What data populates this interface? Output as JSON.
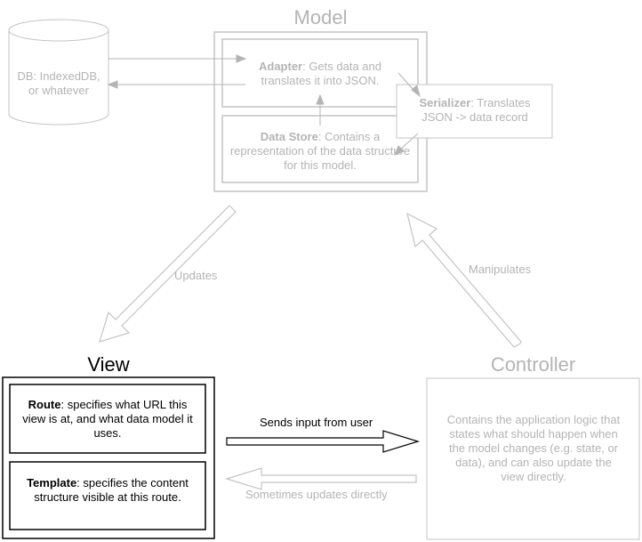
{
  "model": {
    "title": "Model",
    "adapter": {
      "name": "Adapter",
      "desc": ": Gets data and translates it into JSON."
    },
    "datastore": {
      "name": "Data Store",
      "desc": ": Contains a representation of the data structure for this model."
    },
    "serializer": {
      "name": "Serializer",
      "desc": ": Translates JSON -> data record"
    },
    "db": {
      "label": "DB: IndexedDB, or whatever"
    }
  },
  "view": {
    "title": "View",
    "route": {
      "name": "Route",
      "desc": ": specifies what URL this view is at, and what data model it uses."
    },
    "template": {
      "name": "Template",
      "desc": ": specifies the content structure visible at this route."
    }
  },
  "controller": {
    "title": "Controller",
    "desc": "Contains the application logic that states what should happen when the model changes (e.g. state, or data), and can also update the view directly."
  },
  "arrows": {
    "updates": "Updates",
    "manipulates": "Manipulates",
    "sends_input": "Sends input from user",
    "sometimes_updates": "Sometimes updates directly"
  },
  "colors": {
    "faded": "#b4b4b4",
    "dark": "#000000"
  }
}
